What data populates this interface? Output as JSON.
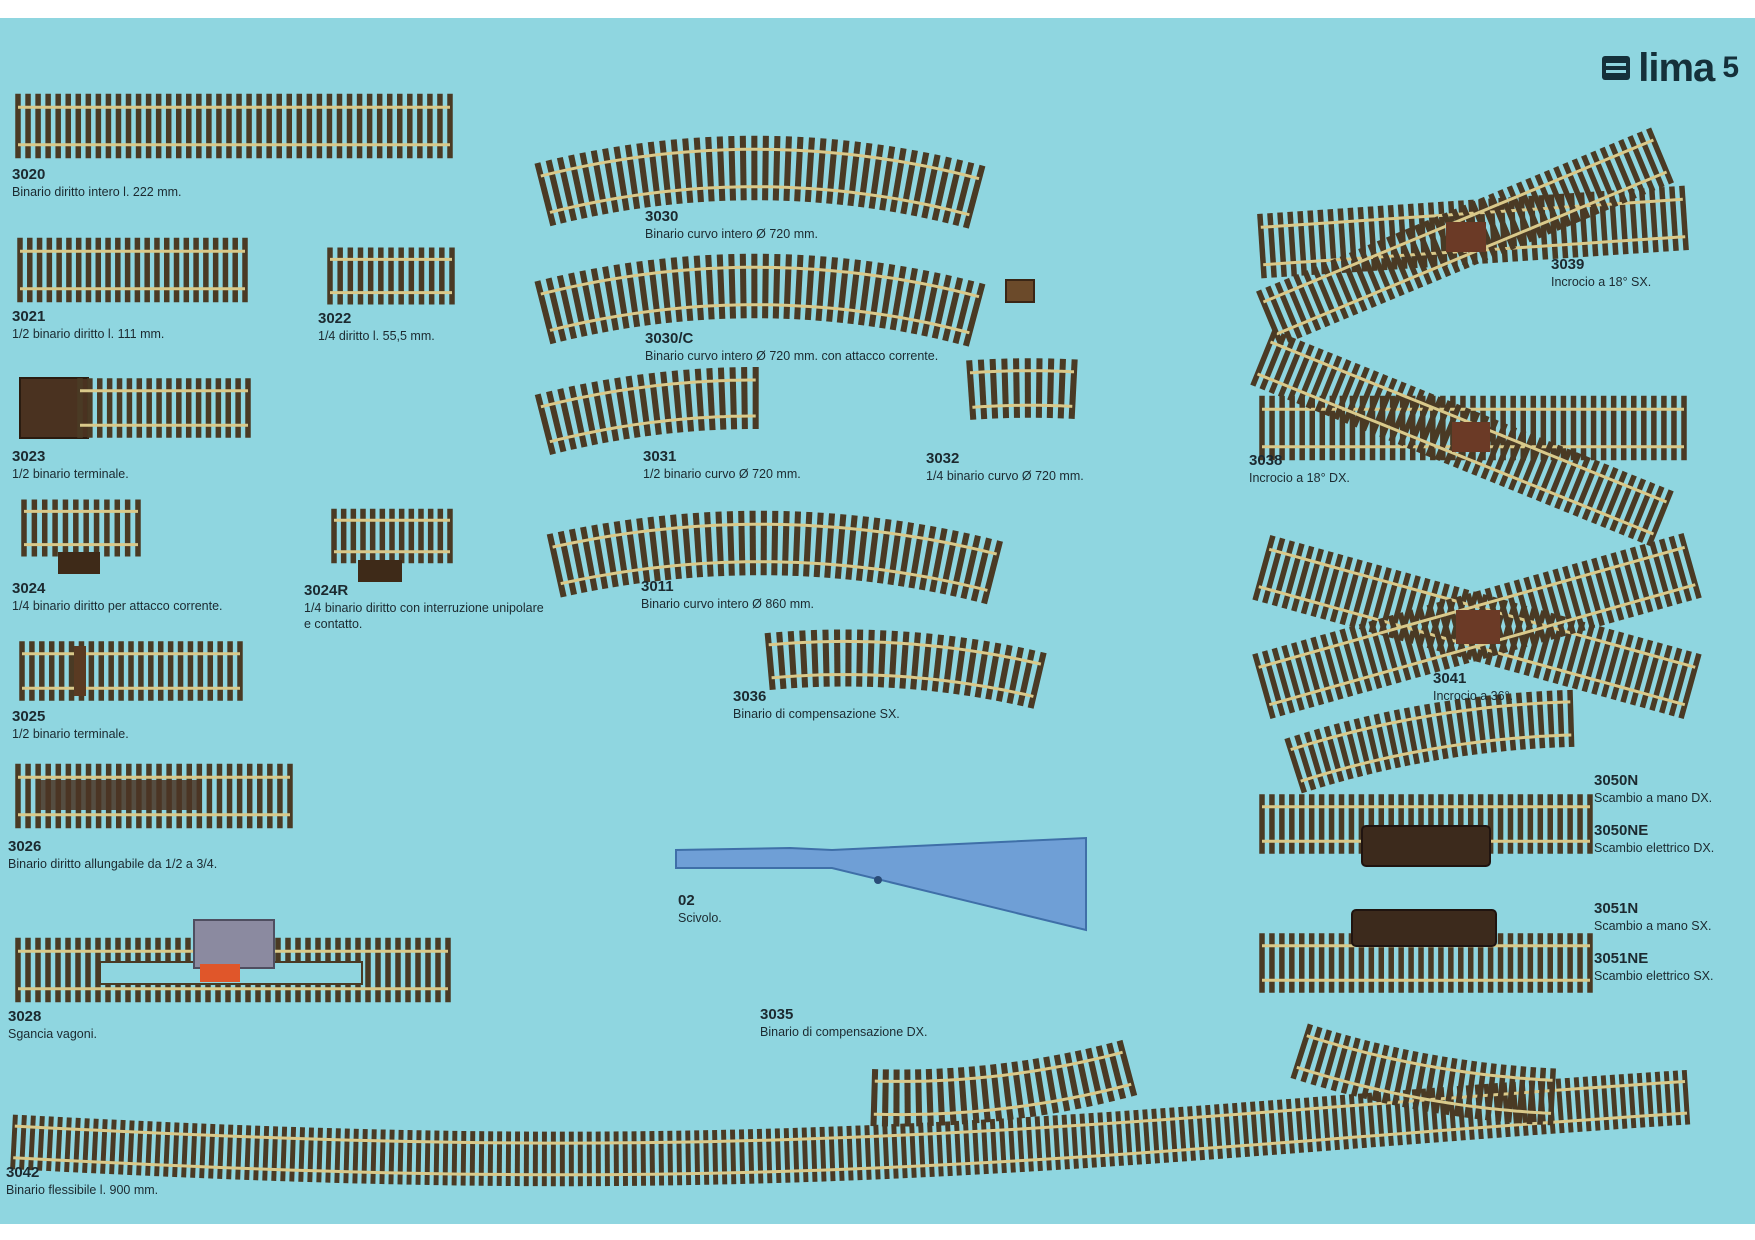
{
  "brand": {
    "name": "lima",
    "page_number": "5"
  },
  "products": [
    {
      "id": "p3020",
      "code": "3020",
      "desc": "Binario diritto intero l. 222 mm."
    },
    {
      "id": "p3021",
      "code": "3021",
      "desc": "1/2 binario diritto l. 111 mm."
    },
    {
      "id": "p3022",
      "code": "3022",
      "desc": "1/4 diritto l. 55,5 mm."
    },
    {
      "id": "p3023",
      "code": "3023",
      "desc": "1/2 binario terminale."
    },
    {
      "id": "p3024",
      "code": "3024",
      "desc": "1/4 binario diritto per attacco corrente."
    },
    {
      "id": "p3024R",
      "code": "3024R",
      "desc": "1/4 binario diritto con interruzione unipolare e contatto."
    },
    {
      "id": "p3025",
      "code": "3025",
      "desc": "1/2 binario terminale."
    },
    {
      "id": "p3026",
      "code": "3026",
      "desc": "Binario diritto allungabile da 1/2 a 3/4."
    },
    {
      "id": "p3028",
      "code": "3028",
      "desc": "Sgancia vagoni."
    },
    {
      "id": "p3042",
      "code": "3042",
      "desc": "Binario flessibile l. 900 mm."
    },
    {
      "id": "p3030",
      "code": "3030",
      "desc": "Binario curvo intero Ø 720 mm."
    },
    {
      "id": "p3030C",
      "code": "3030/C",
      "desc": "Binario curvo intero Ø 720 mm. con attacco corrente."
    },
    {
      "id": "p3031",
      "code": "3031",
      "desc": "1/2 binario curvo Ø 720 mm."
    },
    {
      "id": "p3032",
      "code": "3032",
      "desc": "1/4 binario curvo Ø 720 mm."
    },
    {
      "id": "p3011",
      "code": "3011",
      "desc": "Binario curvo intero Ø 860 mm."
    },
    {
      "id": "p3036",
      "code": "3036",
      "desc": "Binario di compensazione SX."
    },
    {
      "id": "p02",
      "code": "02",
      "desc": "Scivolo."
    },
    {
      "id": "p3035",
      "code": "3035",
      "desc": "Binario di compensazione DX."
    },
    {
      "id": "p3039",
      "code": "3039",
      "desc": "Incrocio a 18° SX."
    },
    {
      "id": "p3038",
      "code": "3038",
      "desc": "Incrocio a 18° DX."
    },
    {
      "id": "p3041",
      "code": "3041",
      "desc": "Incrocio a 36°."
    },
    {
      "id": "p3050N",
      "code": "3050N",
      "desc": "Scambio a mano DX."
    },
    {
      "id": "p3050NE",
      "code": "3050NE",
      "desc": "Scambio elettrico DX."
    },
    {
      "id": "p3051N",
      "code": "3051N",
      "desc": "Scambio a mano SX."
    },
    {
      "id": "p3051NE",
      "code": "3051NE",
      "desc": "Scambio elettrico SX."
    }
  ],
  "colors": {
    "background": "#8fd6e0",
    "sleeper": "#4a3a24",
    "rail": "#d9c98a",
    "text": "#1c2a30",
    "ramp": "#6f9fd6"
  }
}
